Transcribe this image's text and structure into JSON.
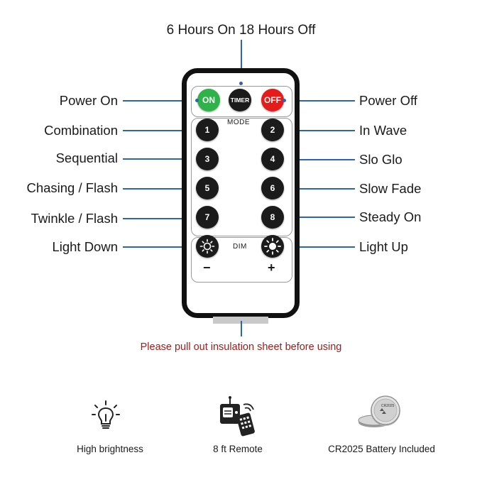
{
  "top_label": "6 Hours On 18 Hours Off",
  "left_labels": [
    "Power On",
    "Combination",
    "Sequential",
    "Chasing / Flash",
    "Twinkle / Flash",
    "Light Down"
  ],
  "right_labels": [
    "Power Off",
    "In Wave",
    "Slo Glo",
    "Slow Fade",
    "Steady On",
    "Light Up"
  ],
  "remote": {
    "on_label": "ON",
    "timer_label": "TIMER",
    "off_label": "OFF",
    "mode_label": "MODE",
    "mode_buttons": [
      "1",
      "2",
      "3",
      "4",
      "5",
      "6",
      "7",
      "8"
    ],
    "dim_label": "DIM",
    "minus": "−",
    "plus": "+"
  },
  "notice": "Please pull out insulation sheet before using",
  "features": [
    {
      "icon": "lightbulb-icon",
      "label": "High brightness"
    },
    {
      "icon": "remote-icon",
      "label": "8 ft Remote"
    },
    {
      "icon": "battery-icon",
      "label": "CR2025 Battery Included"
    }
  ],
  "battery_text": "CR2025",
  "colors": {
    "leader_line": "#2a63b8",
    "on_button": "#2fb24a",
    "off_button": "#e41c1c",
    "notice_text": "#a21c1c"
  }
}
